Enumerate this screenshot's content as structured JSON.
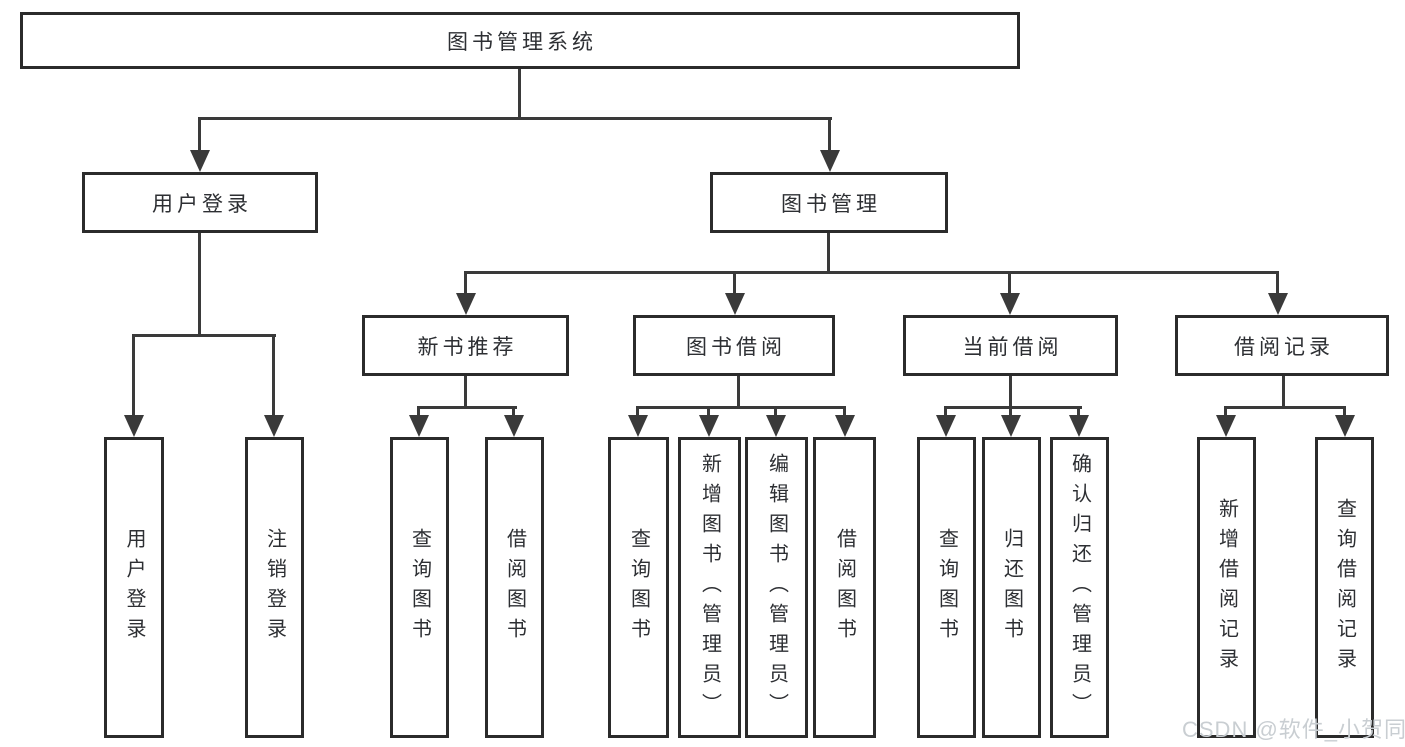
{
  "diagram_title": "图书管理系统",
  "tree": {
    "label": "图书管理系统",
    "children": [
      {
        "label": "用户登录",
        "children": [
          {
            "label": "用户登录"
          },
          {
            "label": "注销登录"
          }
        ]
      },
      {
        "label": "图书管理",
        "children": [
          {
            "label": "新书推荐",
            "children": [
              {
                "label": "查询图书"
              },
              {
                "label": "借阅图书"
              }
            ]
          },
          {
            "label": "图书借阅",
            "children": [
              {
                "label": "查询图书"
              },
              {
                "label": "新增图书（管理员）"
              },
              {
                "label": "编辑图书（管理员）"
              },
              {
                "label": "借阅图书"
              }
            ]
          },
          {
            "label": "当前借阅",
            "children": [
              {
                "label": "查询图书"
              },
              {
                "label": "归还图书"
              },
              {
                "label": "确认归还（管理员）"
              }
            ]
          },
          {
            "label": "借阅记录",
            "children": [
              {
                "label": "新增借阅记录"
              },
              {
                "label": "查询借阅记录"
              }
            ]
          }
        ]
      }
    ]
  },
  "watermark": "CSDN @软件_小贺同学",
  "colors": {
    "line": "#3a3a3a",
    "box_border": "#2b2b2b",
    "text": "#2d2f33",
    "watermark": "#c9ced2",
    "background": "#ffffff"
  }
}
